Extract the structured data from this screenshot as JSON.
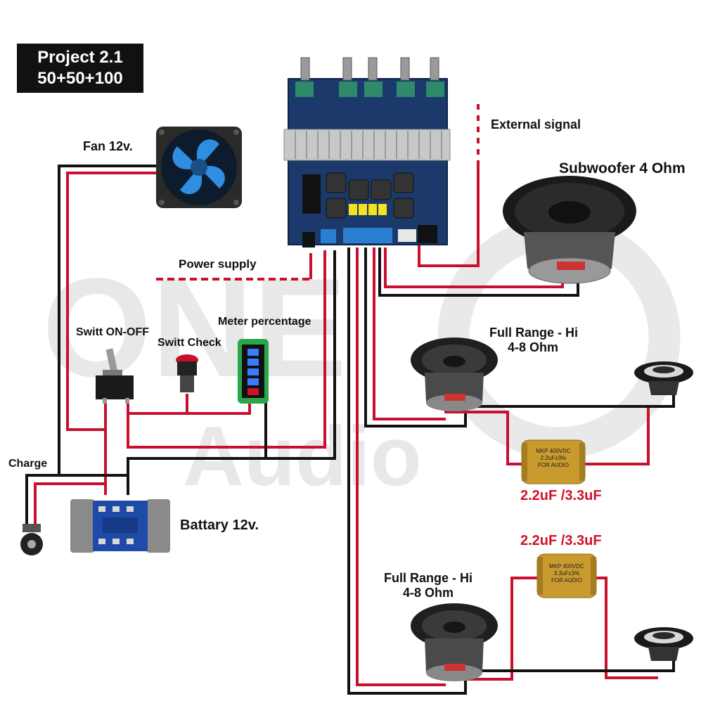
{
  "title": {
    "line1": "Project 2.1",
    "line2": "50+50+100"
  },
  "watermark": {
    "logo": "ONE",
    "sub": "Audio"
  },
  "labels": {
    "fan": "Fan 12v.",
    "external_signal": "External signal",
    "subwoofer": "Subwoofer 4 Ohm",
    "power_supply": "Power supply",
    "meter": "Meter percentage",
    "switch_onoff": "Switt ON-OFF",
    "switch_check": "Switt Check",
    "fullrange_top_line1": "Full Range - Hi",
    "fullrange_top_line2": "4-8 Ohm",
    "fullrange_bottom_line1": "Full Range - Hi",
    "fullrange_bottom_line2": "4-8 Ohm",
    "charge": "Charge",
    "battery": "Battary 12v.",
    "cap_value_top": "2.2uF /3.3uF",
    "cap_value_bottom": "2.2uF /3.3uF"
  },
  "capacitors": {
    "top": {
      "line1": "MKP 400VDC",
      "line2": "2.2uF±3%",
      "line3": "FOR AUDIO"
    },
    "bottom": {
      "line1": "MKP 400VDC",
      "line2": "3.3uF±3%",
      "line3": "FOR AUDIO"
    }
  },
  "colors": {
    "wire_red": "#c8102e",
    "wire_black": "#111111",
    "board": "#1b3a6b",
    "accent_red": "#d0102a",
    "fan_blue": "#2f8ee0",
    "cap_gold": "#c99a2e"
  }
}
